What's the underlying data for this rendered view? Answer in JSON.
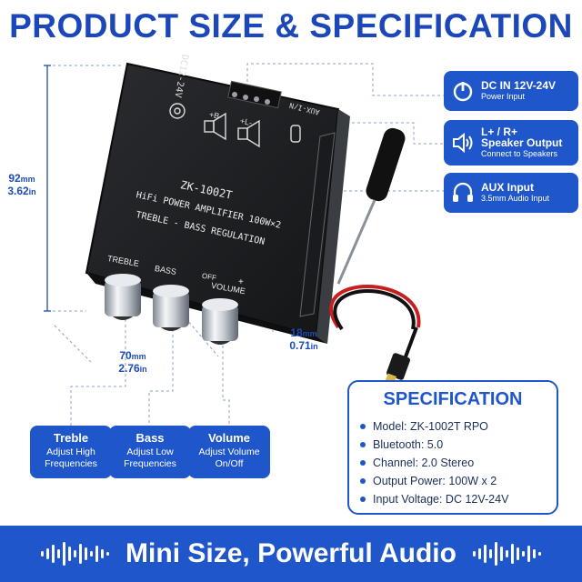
{
  "title": "PRODUCT SIZE & SPECIFICATION",
  "board": {
    "dc_label": "DC12-24V",
    "aux_label": "AUX-I/N",
    "term_left": "+B-",
    "term_right": "+L-",
    "model": "ZK-1002T",
    "line1": "HiFi POWER AMPLIFIER 100W×2",
    "line2": "TREBLE - BASS REGULATION",
    "knob_labels": [
      "TREBLE",
      "BASS",
      "OFF",
      "VOLUME",
      "+"
    ]
  },
  "dimensions": {
    "height_mm": "92",
    "height_in": "3.62",
    "width_mm": "70",
    "width_in": "2.76",
    "depth_mm": "18",
    "depth_in": "0.71",
    "unit_mm": "mm",
    "unit_in": "in"
  },
  "features": [
    {
      "icon": "power-icon",
      "title": "DC IN 12V-24V",
      "subtitle": "Power Input"
    },
    {
      "icon": "speaker-icon",
      "title": "L+ / R+",
      "title2": "Speaker Output",
      "subtitle": "Connect to Speakers"
    },
    {
      "icon": "headphones-icon",
      "title": "AUX Input",
      "subtitle": "3.5mm Audio Input"
    }
  ],
  "knobs": [
    {
      "title": "Treble",
      "line1": "Adjust High",
      "line2": "Frequencies"
    },
    {
      "title": "Bass",
      "line1": "Adjust Low",
      "line2": "Frequencies"
    },
    {
      "title": "Volume",
      "line1": "Adjust Volume",
      "line2": "On/Off"
    }
  ],
  "spec": {
    "heading": "SPECIFICATION",
    "rows": [
      "Model: ZK-1002T RPO",
      "Bluetooth: 5.0",
      "Channel: 2.0 Stereo",
      "Output Power: 100W x 2",
      "Input Voltage: DC 12V-24V"
    ]
  },
  "banner": "Mini Size, Powerful Audio",
  "colors": {
    "brand_blue": "#1f56c9",
    "title_blue": "#1b47b8"
  }
}
